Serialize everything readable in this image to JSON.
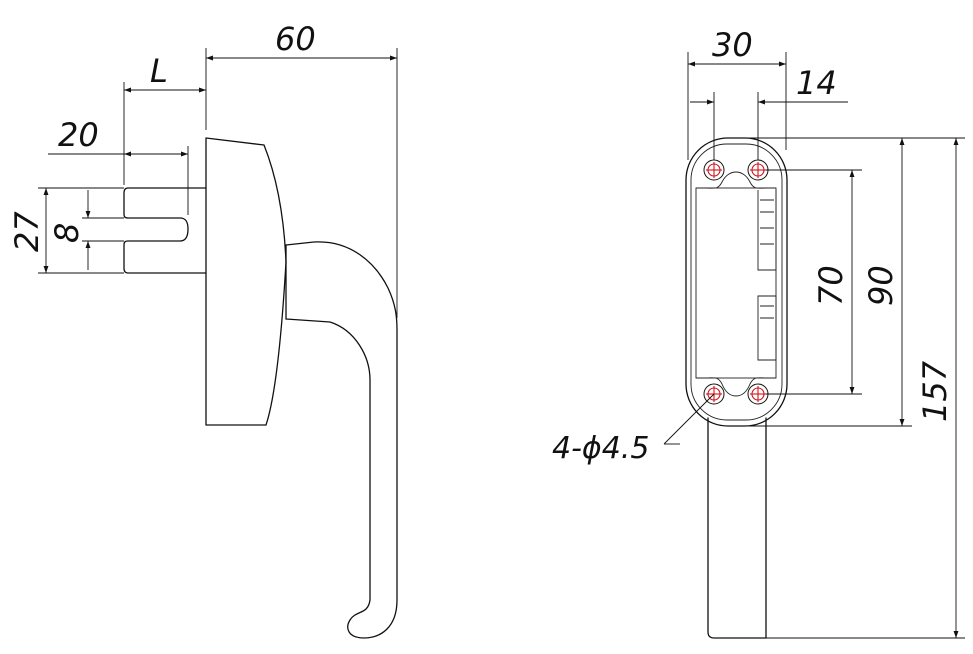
{
  "side_view": {
    "dimensions": {
      "overall_depth": "60",
      "spindle_length": "L",
      "spindle_offset": "20",
      "base_height": "27",
      "slot_width": "8"
    }
  },
  "front_view": {
    "dimensions": {
      "base_width": "30",
      "hole_offset": "14",
      "hole_spacing": "70",
      "base_length": "90",
      "total_length": "157"
    },
    "hole_callout": "4-ϕ4.5",
    "hole_marker_color": "#d4141c"
  }
}
